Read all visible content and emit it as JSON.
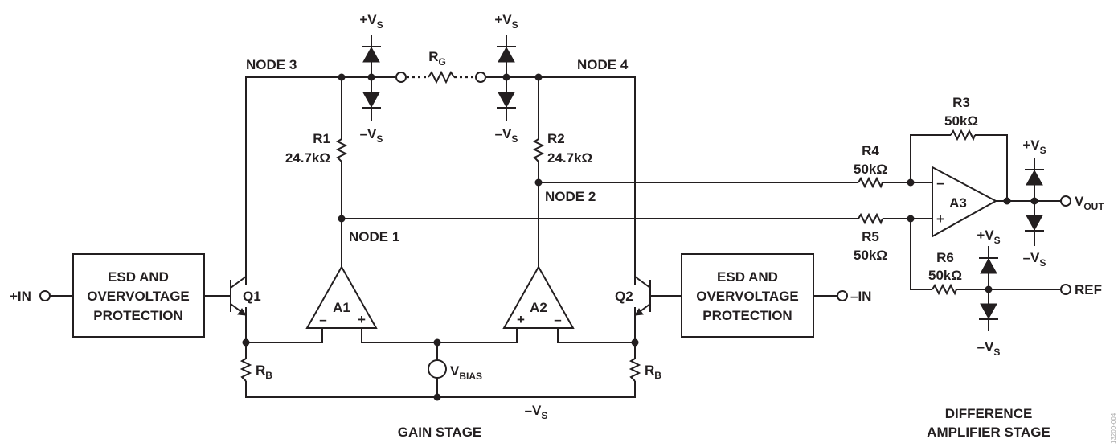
{
  "labels": {
    "vs_pos": "+V",
    "vs_neg": "–V",
    "vs_sub": "S",
    "node1": "NODE 1",
    "node2": "NODE 2",
    "node3": "NODE 3",
    "node4": "NODE 4",
    "rg": "R",
    "rg_sub": "G",
    "r1": "R1",
    "r1_val": "24.7kΩ",
    "r2": "R2",
    "r2_val": "24.7kΩ",
    "r3": "R3",
    "r3_val": "50kΩ",
    "r4": "R4",
    "r4_val": "50kΩ",
    "r5": "R5",
    "r5_val": "50kΩ",
    "r6": "R6",
    "r6_val": "50kΩ",
    "rb": "R",
    "rb_sub": "B",
    "esd1": [
      "ESD AND",
      "OVERVOLTAGE",
      "PROTECTION"
    ],
    "esd2": [
      "ESD AND",
      "OVERVOLTAGE",
      "PROTECTION"
    ],
    "in_pos": "+IN",
    "in_neg": "–IN",
    "q1": "Q1",
    "q2": "Q2",
    "a1": "A1",
    "a2": "A2",
    "a3": "A3",
    "minus": "–",
    "plus": "+",
    "vbias": "V",
    "vbias_sub": "BIAS",
    "vout": "V",
    "vout_sub": "OUT",
    "ref": "REF",
    "gain_stage": "GAIN STAGE",
    "diff_stage": [
      "DIFFERENCE",
      "AMPLIFIER STAGE"
    ],
    "figure_id": "13200-004"
  }
}
